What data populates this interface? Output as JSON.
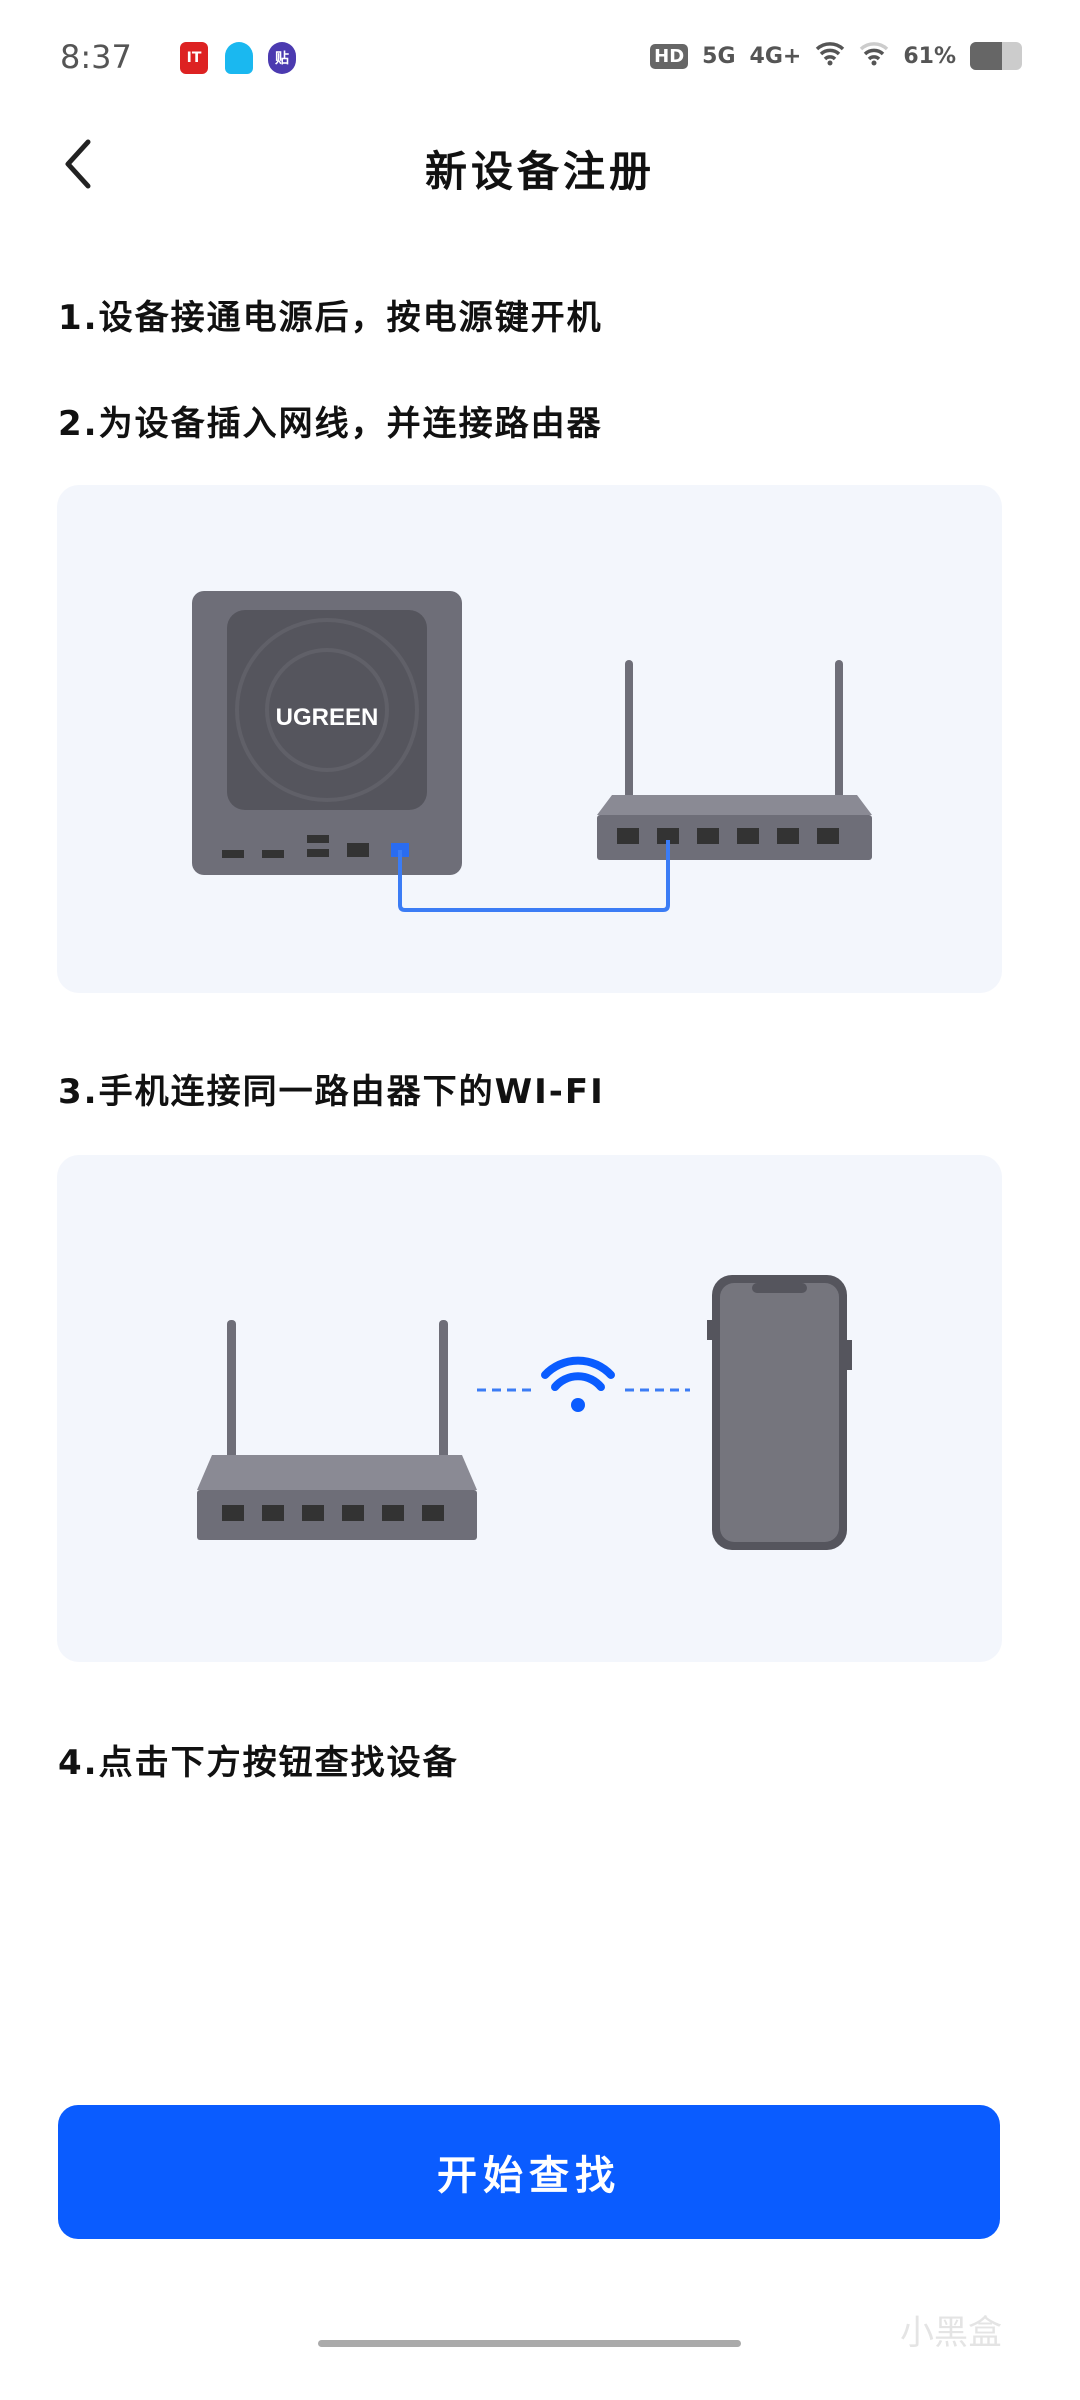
{
  "status_bar": {
    "time": "8:37",
    "apps": [
      "IT",
      "QQ",
      "贴"
    ],
    "hd": "HD",
    "net1": "5G",
    "net2": "4G+",
    "battery_text": "61%",
    "battery_level": 0.61
  },
  "header": {
    "title": "新设备注册",
    "back_icon": "chevron-left-icon"
  },
  "steps": [
    "1.设备接通电源后，按电源键开机",
    "2.为设备插入网线，并连接路由器",
    "3.手机连接同一路由器下的WI-FI",
    "4.点击下方按钮查找设备"
  ],
  "illustration1": {
    "brand": "UGREEN"
  },
  "button": {
    "label": "开始查找"
  },
  "watermark": "小黑盒",
  "colors": {
    "accent": "#0a5cff",
    "card": "#f3f6fc",
    "device": "#6e6e78"
  }
}
